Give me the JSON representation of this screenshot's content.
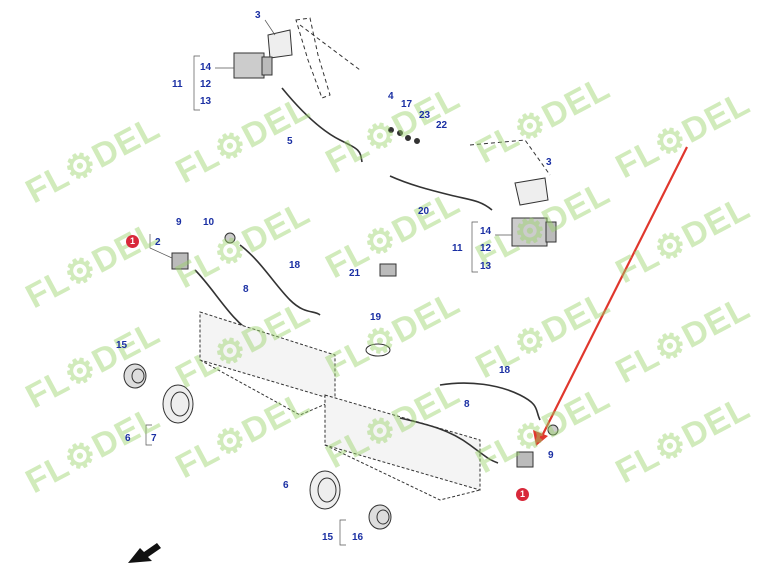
{
  "watermark_text": "FL⚙DEL",
  "accent_color": "#d8283a",
  "label_color": "#1a2fa3",
  "callouts": {
    "c3a": "3",
    "c14a": "14",
    "c12a": "12",
    "c13a": "13",
    "c11a": "11",
    "c5": "5",
    "c4": "4",
    "c17": "17",
    "c23": "23",
    "c22": "22",
    "c3b": "3",
    "c20": "20",
    "c14b": "14",
    "c12b": "12",
    "c13b": "13",
    "c11b": "11",
    "c9a": "9",
    "c10": "10",
    "c2": "2",
    "c18a": "18",
    "c8a": "8",
    "c21": "21",
    "c19": "19",
    "c15a": "15",
    "c6a": "6",
    "c7": "7",
    "c18b": "18",
    "c8b": "8",
    "c9b": "9",
    "c6b": "6",
    "c15b": "15",
    "c16": "16"
  },
  "badges": {
    "b1a": "1",
    "b1b": "1"
  }
}
